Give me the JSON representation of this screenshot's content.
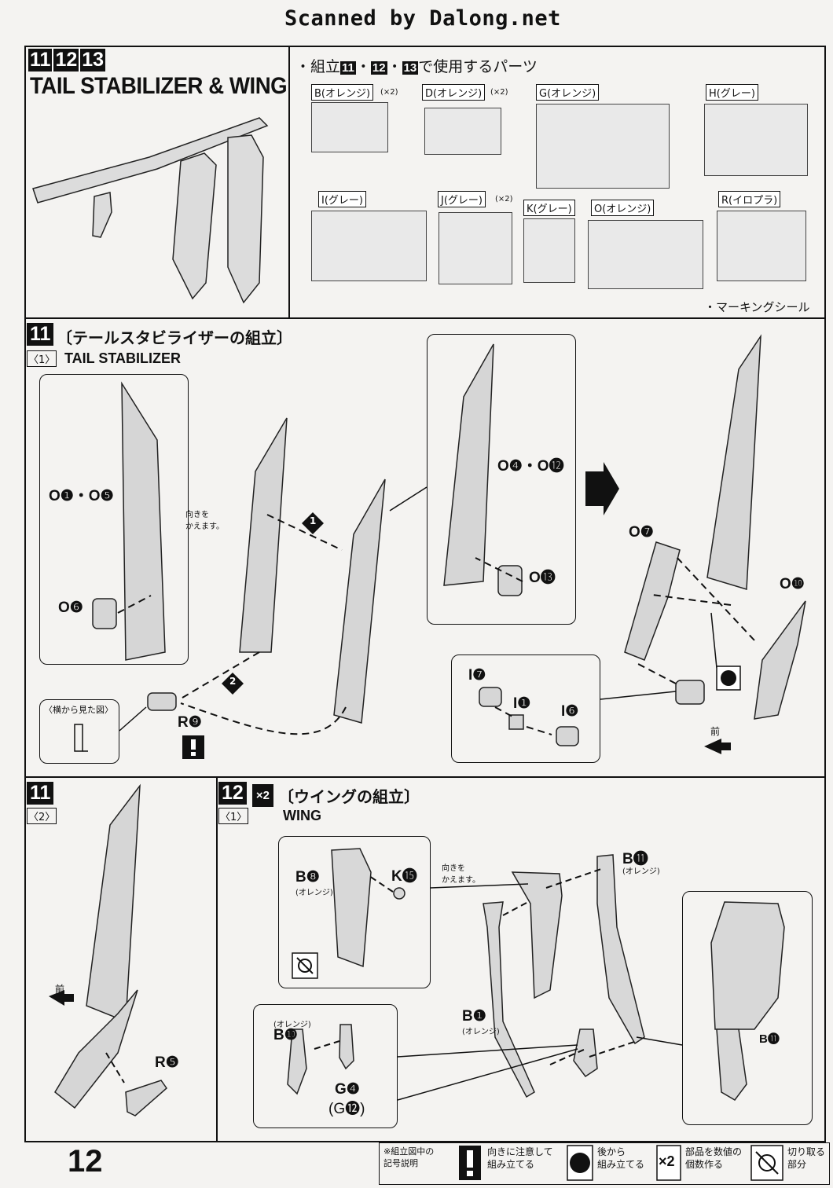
{
  "header": {
    "watermark": "Scanned by Dalong.net"
  },
  "section_top": {
    "step_numbers": [
      "11",
      "12",
      "13"
    ],
    "title": "TAIL STABILIZER & WING",
    "parts_heading_prefix": "・組立",
    "parts_heading_nums": [
      "11",
      "12",
      "13"
    ],
    "parts_heading_suffix": "で使用するパーツ",
    "runners": [
      {
        "label": "B(オレンジ)",
        "qty": "(×2)"
      },
      {
        "label": "D(オレンジ)",
        "qty": "(×2)"
      },
      {
        "label": "G(オレンジ)",
        "qty": ""
      },
      {
        "label": "H(グレー)",
        "qty": ""
      },
      {
        "label": "I(グレー)",
        "qty": ""
      },
      {
        "label": "J(グレー)",
        "qty": "(×2)"
      },
      {
        "label": "K(グレー)",
        "qty": ""
      },
      {
        "label": "O(オレンジ)",
        "qty": ""
      },
      {
        "label": "R(イロプラ)",
        "qty": ""
      }
    ],
    "marking_seal": "・マーキングシール"
  },
  "step11_1": {
    "num": "11",
    "title_jp": "〔テールスタビライザーの組立〕",
    "sub": "〈1〉",
    "title_en": "TAIL STABILIZER",
    "parts": {
      "o1o5": "O❶・O❺",
      "o6": "O❻",
      "o4o12": "O❹・O⓬",
      "o13": "O⓭",
      "o7": "O❼",
      "o10": "O❿",
      "r9": "R❾",
      "i7": "I❼",
      "i1": "I❶",
      "i6": "I❻"
    },
    "note_turn": "向きを\nかえます。",
    "side_view": "〈横から見た図〉",
    "arrow1": "1",
    "arrow2": "2",
    "front": "前"
  },
  "step11_2": {
    "num": "11",
    "sub": "〈2〉",
    "front": "前",
    "r5": "R❺"
  },
  "step12": {
    "num": "12",
    "sub": "〈1〉",
    "mult": "×2",
    "title_jp": "〔ウイングの組立〕",
    "title_en": "WING",
    "parts": {
      "b8": "B❽",
      "b8_color": "(オレンジ)",
      "k15": "K⓯",
      "b11": "B⓫",
      "b11_color": "(オレンジ)",
      "b1": "B❶",
      "b1_color": "(オレンジ)",
      "b10": "B❿",
      "b10_color": "(オレンジ)",
      "g4": "G❹",
      "g12": "(G⓬)",
      "b11b": "B⓫"
    },
    "note_turn": "向きを\nかえます。"
  },
  "footer": {
    "page_number": "12",
    "legend_title": "※組立図中の\n記号説明",
    "legend": [
      {
        "text": "向きに注意して\n組み立てる"
      },
      {
        "text": "後から\n組み立てる"
      },
      {
        "symbol": "×2",
        "text": "部品を数値の\n個数作る"
      },
      {
        "text": "切り取る\n部分"
      }
    ]
  }
}
